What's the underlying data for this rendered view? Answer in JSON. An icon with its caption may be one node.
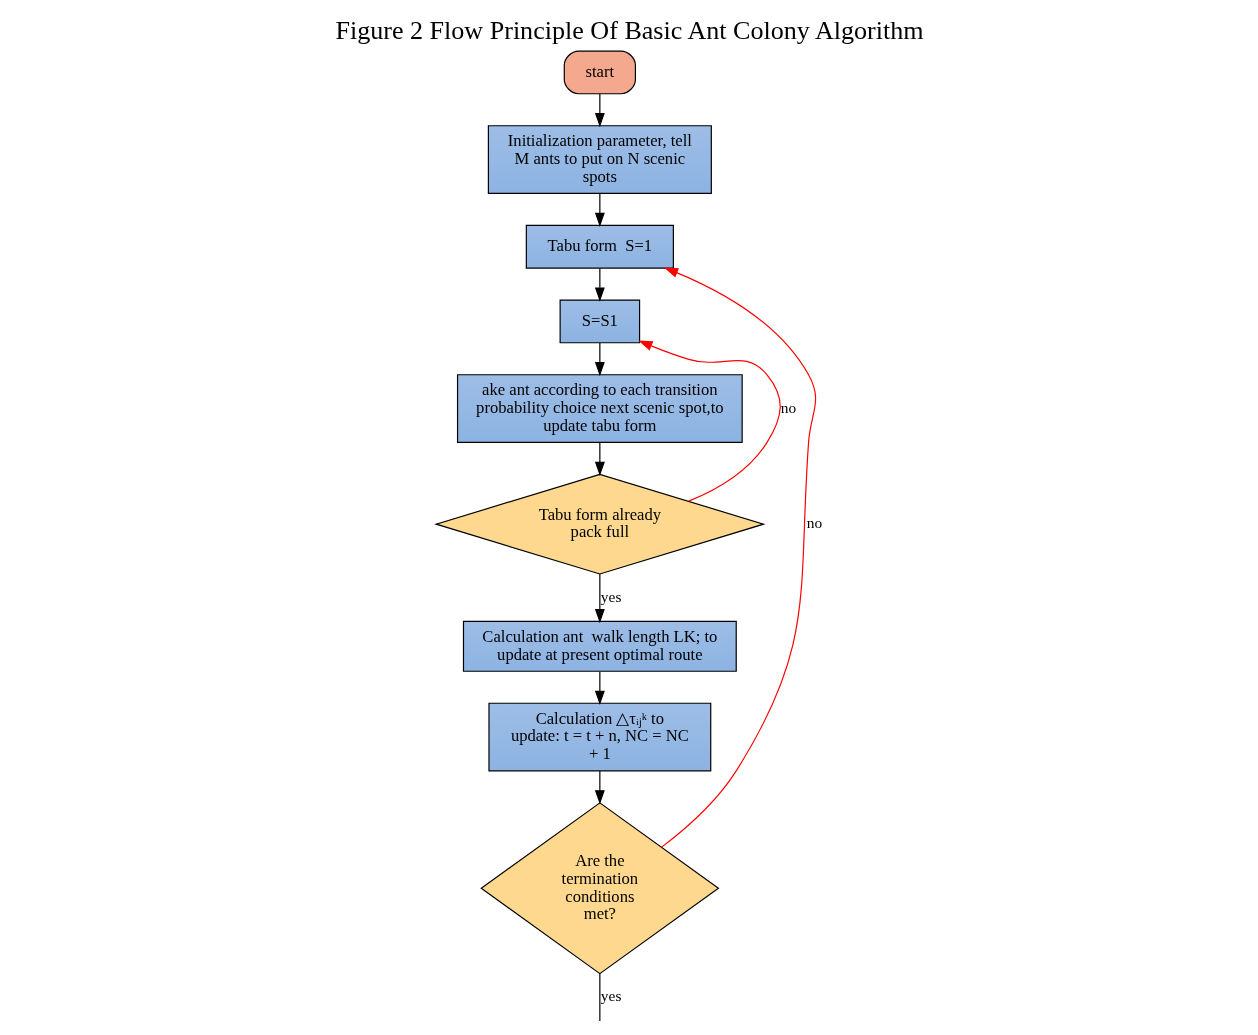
{
  "diagram": {
    "title": "Figure 2 Flow Principle Of Basic Ant Colony Algorithm",
    "nodes": [
      {
        "text": [
          "start"
        ]
      },
      {
        "text": [
          "Initialization parameter, tell  M ants to put on N scenic spots"
        ]
      },
      {
        "text": [
          "Tabu form  S=1"
        ]
      },
      {
        "text": [
          "S=S1"
        ]
      },
      {
        "text": [
          "ake ant according to each transition probability choice next scenic spot,to update tabu form"
        ]
      },
      {
        "text": [
          "Tabu form already pack full"
        ]
      },
      {
        "text": [
          "Calculation ant  walk length LK; to update at present optimal route"
        ]
      },
      {
        "text": [
          "Calculation △τᵢⱼᵏ to update: t = t + n, NC = NC + 1"
        ]
      },
      {
        "text": [
          "Are the termination conditions met?"
        ]
      }
    ],
    "edges": [
      {
        "from": 0,
        "to": 1,
        "arrow": "to"
      },
      {
        "from": 1,
        "to": 2,
        "arrow": "to"
      },
      {
        "from": 2,
        "to": 3,
        "arrow": "to"
      },
      {
        "from": 3,
        "to": 4,
        "arrow": "to"
      },
      {
        "from": 4,
        "to": 5,
        "arrow": "to"
      },
      {
        "from": 5,
        "to": 3,
        "arrow": "to",
        "label": "no",
        "color": "#ff0000"
      },
      {
        "from": 5,
        "to": 6,
        "arrow": "to",
        "label": "yes"
      },
      {
        "from": 6,
        "to": 7,
        "arrow": "to"
      },
      {
        "from": 7,
        "to": 8,
        "arrow": "to"
      },
      {
        "from": 8,
        "to": 2,
        "arrow": "to",
        "label": "no",
        "color": "#ff0000"
      },
      {
        "from": 8,
        "to": null,
        "arrow": "none",
        "label": "yes"
      }
    ]
  }
}
